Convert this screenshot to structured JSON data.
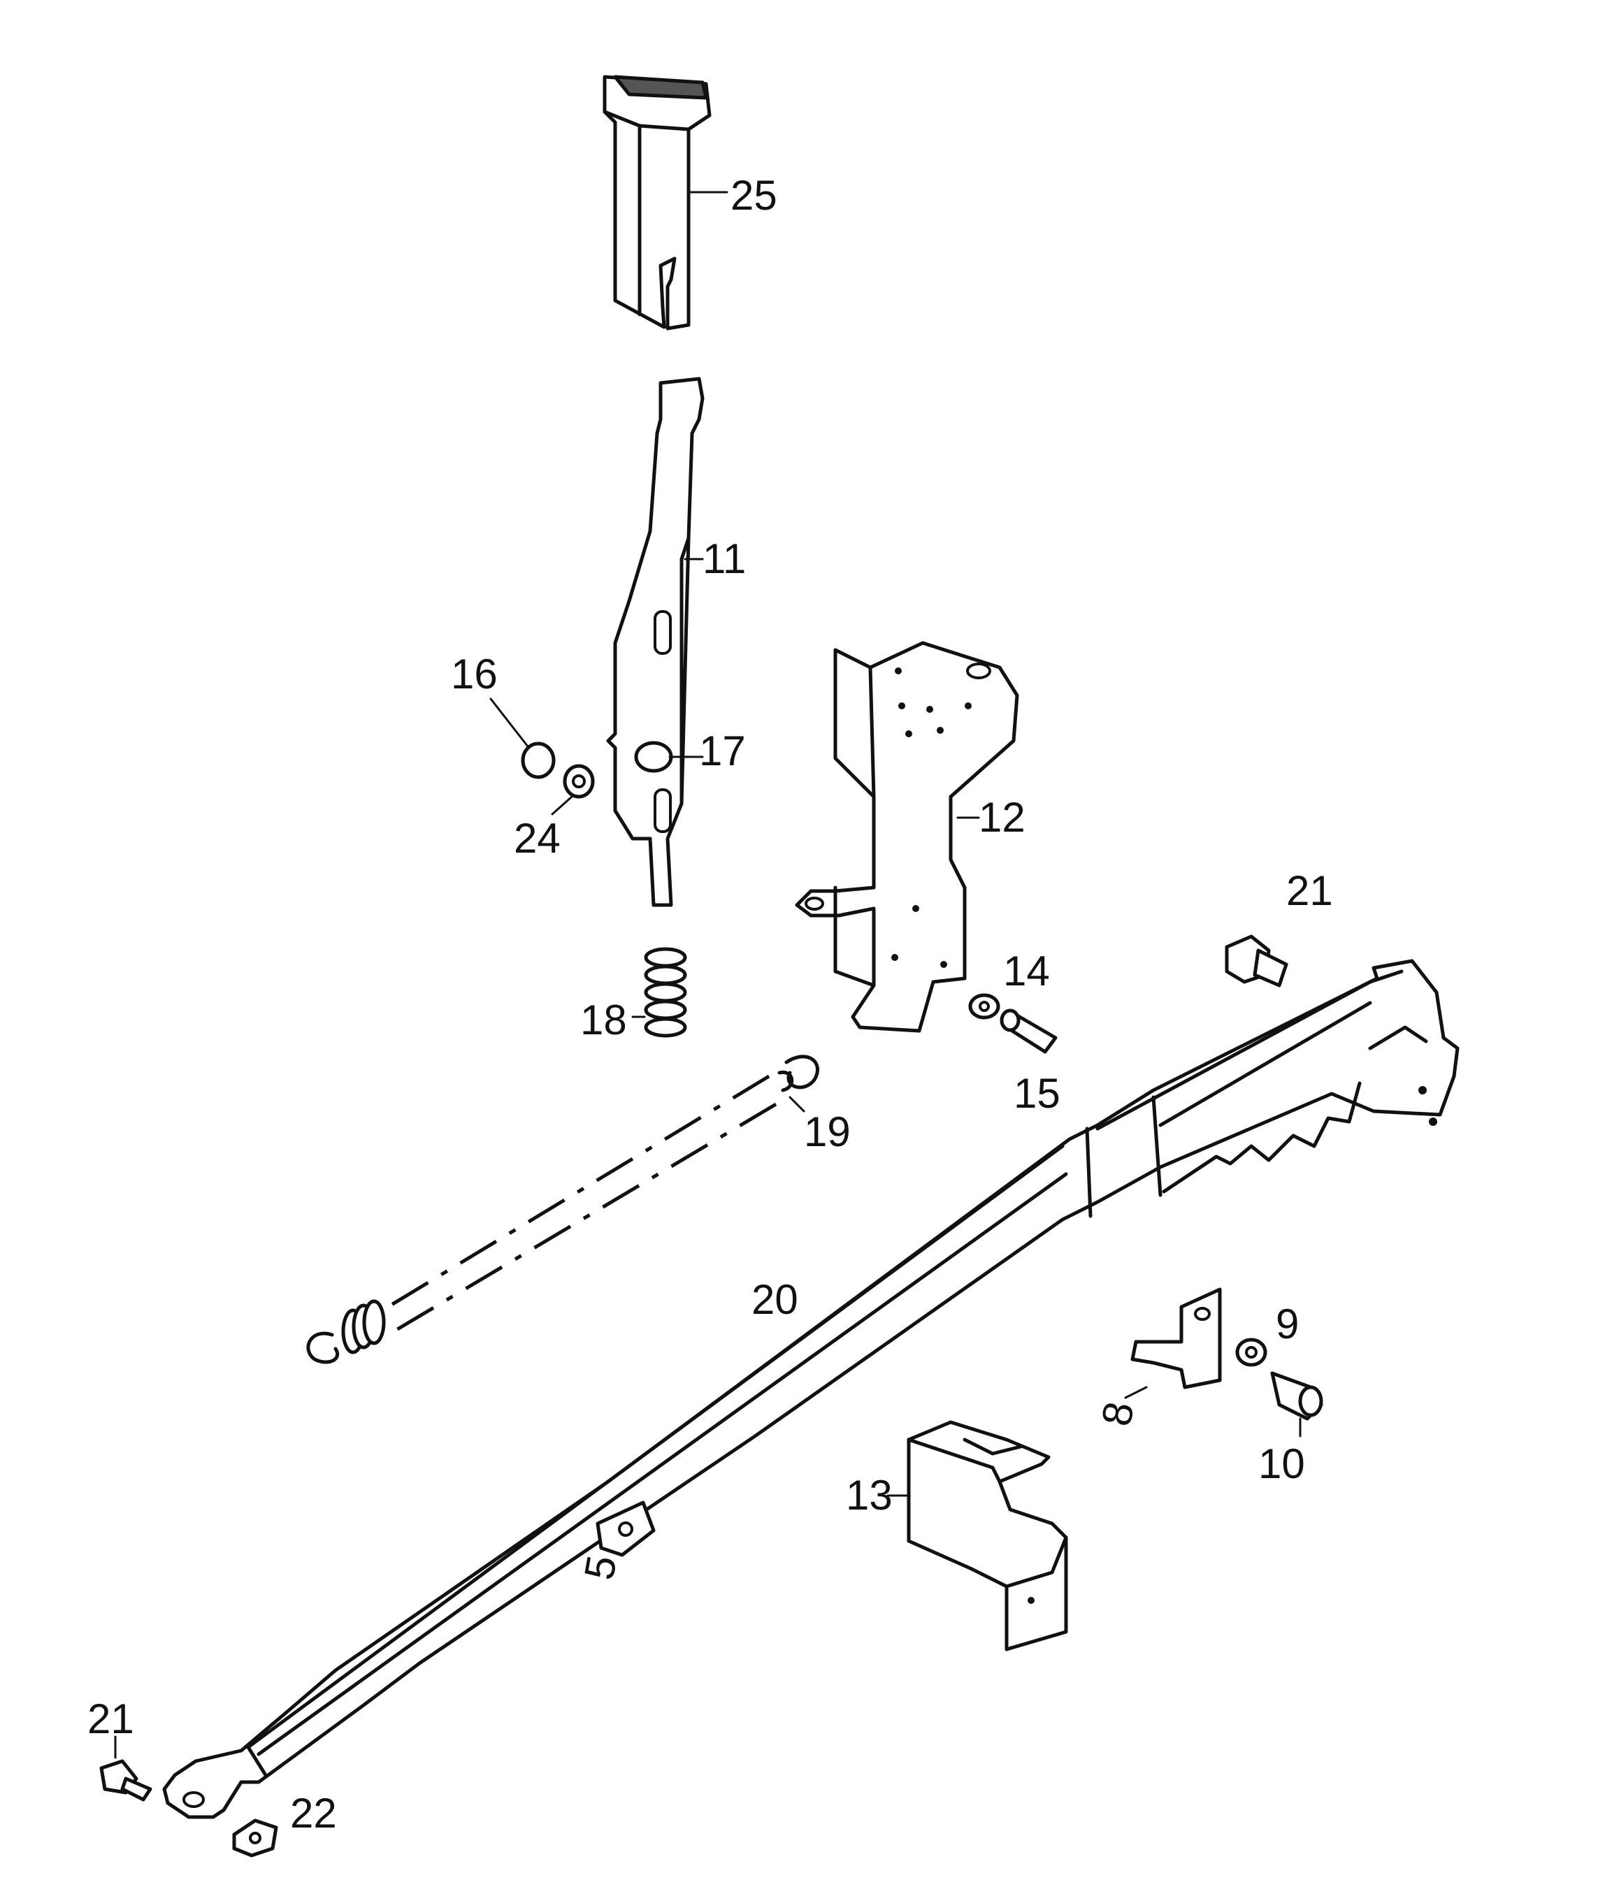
{
  "callouts": {
    "c5": "5",
    "c8": "8",
    "c9": "9",
    "c10": "10",
    "c11": "11",
    "c12": "12",
    "c13": "13",
    "c14": "14",
    "c15": "15",
    "c16": "16",
    "c17": "17",
    "c18": "18",
    "c19": "19",
    "c20": "20",
    "c21_top": "21",
    "c21_bottom": "21",
    "c22": "22",
    "c24": "24",
    "c25": "25"
  },
  "colors": {
    "ink": "#111111",
    "paper": "#ffffff"
  }
}
